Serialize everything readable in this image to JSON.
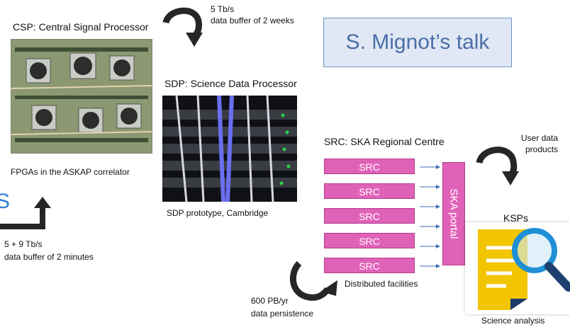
{
  "csp": {
    "title": "CSP: Central Signal Processor",
    "caption": "FPGAs in the ASKAP correlator"
  },
  "sdp": {
    "title": "SDP: Science Data Processor",
    "caption": "SDP prototype, Cambridge"
  },
  "src": {
    "title": "SRC: SKA Regional Centre",
    "boxes": [
      "SRC",
      "SRC",
      "SRC",
      "SRC",
      "SRC"
    ],
    "caption": "Distributed facilities",
    "portal_label": "SKA portal"
  },
  "talk_box": {
    "label": "S. Mignot’s talk"
  },
  "flows": {
    "top_rate": "5 Tb/s",
    "top_buffer": "data buffer of 2 weeks",
    "left_rate": "5 + 9 Tb/s",
    "left_buffer": "data buffer of 2 minutes",
    "bottom_rate": "600 PB/yr",
    "bottom_persistence": "data persistence",
    "user_line1": "User data",
    "user_line2": "products"
  },
  "ksp": {
    "title": "KSPs",
    "caption": "Science analysis"
  },
  "edge_glyph": "S",
  "colors": {
    "src_pink": "#e062b8",
    "talk_blue": "#4a6ea8",
    "arrow_dark": "#262626",
    "doc_yellow": "#f2c500",
    "magnifier_blue": "#1f8fd6"
  }
}
